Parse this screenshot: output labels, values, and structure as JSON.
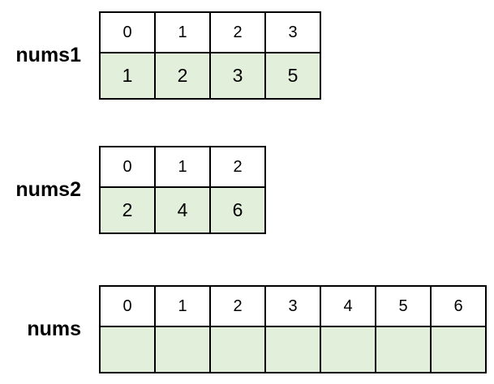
{
  "diagram": {
    "arrays": [
      {
        "label": "nums1",
        "indices": [
          "0",
          "1",
          "2",
          "3"
        ],
        "values": [
          "1",
          "2",
          "3",
          "5"
        ]
      },
      {
        "label": "nums2",
        "indices": [
          "0",
          "1",
          "2"
        ],
        "values": [
          "2",
          "4",
          "6"
        ]
      },
      {
        "label": "nums",
        "indices": [
          "0",
          "1",
          "2",
          "3",
          "4",
          "5",
          "6"
        ],
        "values": [
          "",
          "",
          "",
          "",
          "",
          "",
          ""
        ]
      }
    ],
    "colors": {
      "background": "#ffffff",
      "cell_fill_white": "#ffffff",
      "cell_fill_green": "#e2efda",
      "border": "#000000",
      "text": "#000000"
    }
  }
}
